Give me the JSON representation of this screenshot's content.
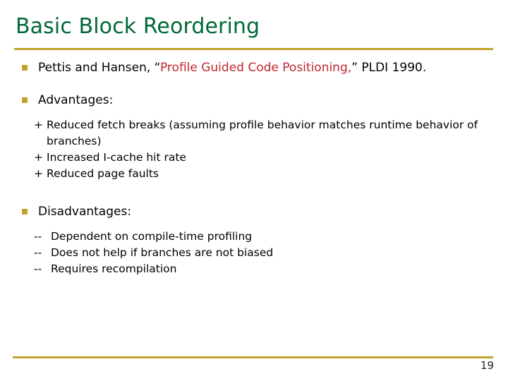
{
  "slide": {
    "title": "Basic Block Reordering",
    "page_number": "19",
    "accent_rule_color": "#bfa230",
    "title_color": "#006937",
    "highlight_color": "#c0272d",
    "bullet_marker_color": "#bfa230"
  },
  "content": {
    "citation": {
      "bullet_marker": "square",
      "part_before": "Pettis and Hansen, “",
      "paper_title": "Profile Guided Code Positioning,",
      "part_after": "” PLDI 1990."
    },
    "advantages": {
      "bullet_marker": "square",
      "heading": "Advantages:",
      "items": [
        {
          "marker": "+",
          "text": "Reduced fetch breaks (assuming profile behavior matches runtime behavior of branches)"
        },
        {
          "marker": "+",
          "text": "Increased I-cache hit rate"
        },
        {
          "marker": "+",
          "text": "Reduced page faults"
        }
      ]
    },
    "disadvantages": {
      "bullet_marker": "square",
      "heading": "Disadvantages:",
      "items": [
        {
          "marker": "--",
          "text": "Dependent on compile-time profiling"
        },
        {
          "marker": "--",
          "text": "Does not help if branches are not biased"
        },
        {
          "marker": "--",
          "text": "Requires recompilation"
        }
      ]
    }
  }
}
